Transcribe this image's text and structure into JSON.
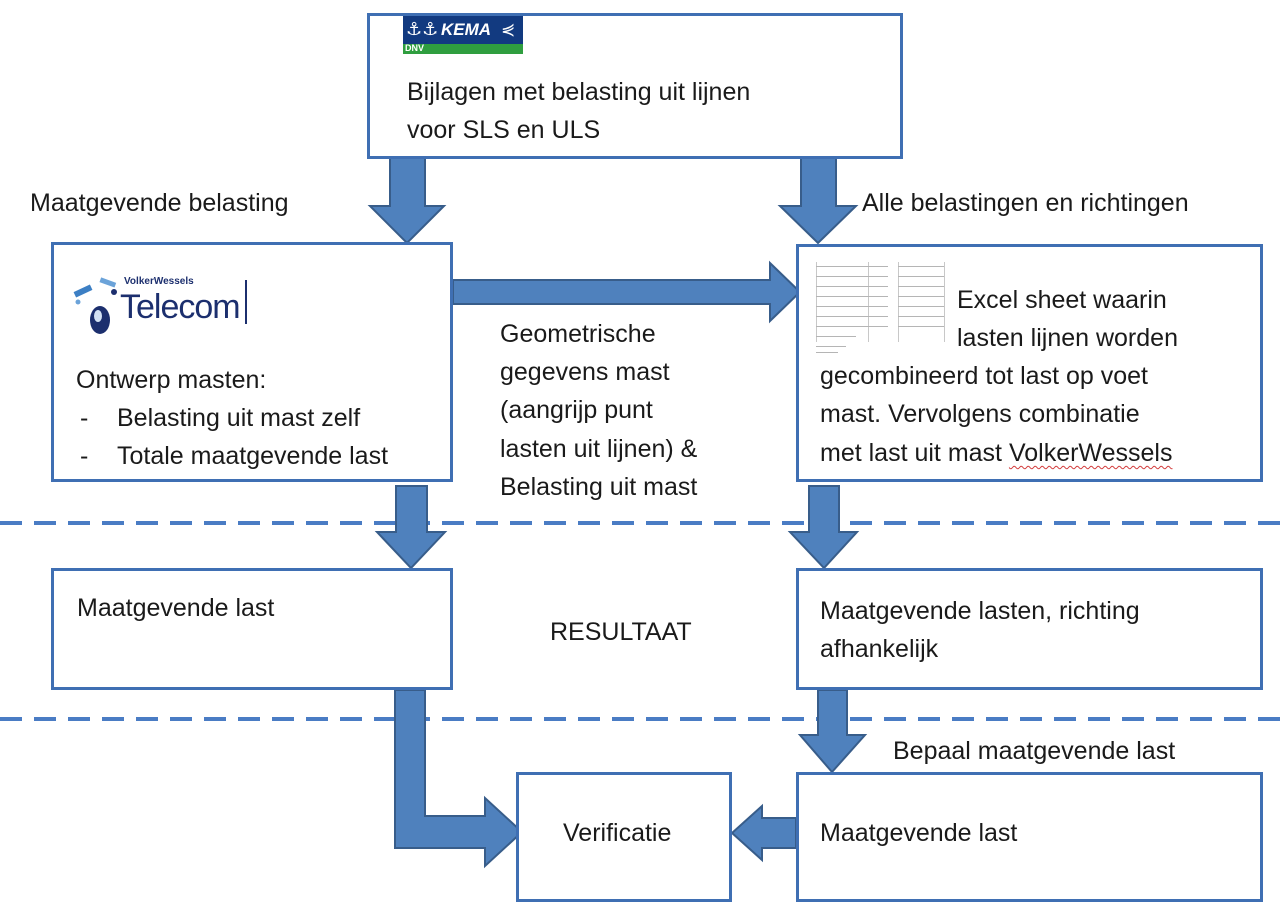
{
  "boxes": {
    "top": {
      "line1": "Bijlagen met belasting uit lijnen",
      "line2": "voor SLS en ULS",
      "logo": {
        "dnv": "DNV",
        "brand": "KEMA"
      }
    },
    "left": {
      "logo": {
        "small": "VolkerWessels",
        "big": "Telecom"
      },
      "heading": "Ontwerp masten:",
      "bullets": [
        "Belasting uit mast zelf",
        "Totale maatgevende last"
      ],
      "bullet_dash": "-"
    },
    "right": {
      "line1": "Excel sheet waarin",
      "line2": "lasten lijnen worden",
      "line3": "gecombineerd tot last op voet",
      "line4": "mast. Vervolgens combinatie",
      "line5_prefix": "met last uit mast ",
      "line5_flagged": "VolkerWessels"
    },
    "mid_left": {
      "text": "Maatgevende last"
    },
    "mid_right": {
      "line1": "Maatgevende lasten, richting",
      "line2": "afhankelijk"
    },
    "bottom_center": {
      "text": "Verificatie"
    },
    "bottom_right": {
      "text": "Maatgevende last"
    }
  },
  "labels": {
    "maatgevende_belasting": "Maatgevende belasting",
    "alle_belastingen": "Alle belastingen en richtingen",
    "geometrische": [
      "Geometrische",
      "gegevens mast",
      "(aangrijp punt",
      "lasten uit lijnen) &",
      "Belasting uit mast"
    ],
    "resultaat": "RESULTAAT",
    "bepaal": "Bepaal maatgevende last"
  },
  "colors": {
    "arrow_fill": "#4f81bd",
    "arrow_stroke": "#385d8a",
    "box_border": "#3f6fb3",
    "dashed_line": "#4a7cc4"
  }
}
